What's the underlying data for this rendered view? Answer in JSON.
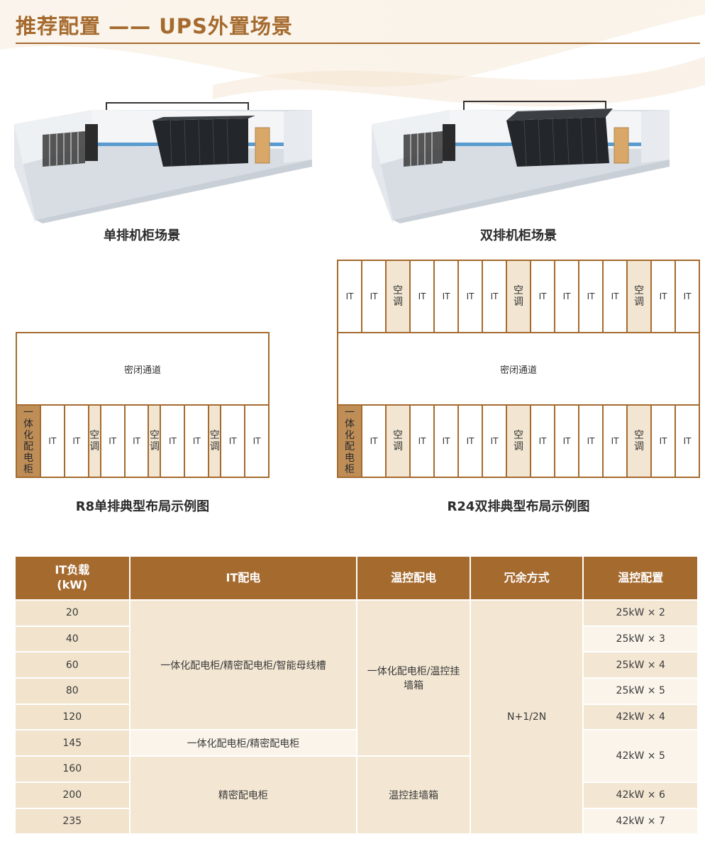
{
  "page": {
    "title": "推荐配置 —— UPS外置场景"
  },
  "scenes": [
    {
      "caption": "单排机柜场景"
    },
    {
      "caption": "双排机柜场景"
    }
  ],
  "layouts": {
    "single": {
      "caption": "R8单排典型布局示例图",
      "corridor": "密闭通道",
      "bottom_row": [
        "一体化配电柜",
        "IT",
        "IT",
        "空调",
        "IT",
        "IT",
        "空调",
        "IT",
        "IT",
        "空调",
        "IT",
        "IT"
      ]
    },
    "double": {
      "caption": "R24双排典型布局示例图",
      "corridor": "密闭通道",
      "top_row": [
        "IT",
        "IT",
        "空调",
        "IT",
        "IT",
        "IT",
        "IT",
        "空调",
        "IT",
        "IT",
        "IT",
        "IT",
        "空调",
        "IT",
        "IT"
      ],
      "bottom_row": [
        "一体化配电柜",
        "IT",
        "空调",
        "IT",
        "IT",
        "IT",
        "IT",
        "空调",
        "IT",
        "IT",
        "IT",
        "IT",
        "空调",
        "IT",
        "IT"
      ]
    }
  },
  "table": {
    "headers": {
      "load": "IT负载",
      "load_unit": "(kW)",
      "it_power": "IT配电",
      "temp_power": "温控配电",
      "redundancy": "冗余方式",
      "temp_config": "温控配置"
    },
    "loads": [
      "20",
      "40",
      "60",
      "80",
      "120",
      "145",
      "160",
      "200",
      "235"
    ],
    "it_power": [
      "一体化配电柜/精密配电柜/智能母线槽",
      "一体化配电柜/精密配电柜",
      "精密配电柜"
    ],
    "temp_power": [
      "一体化配电柜/温控挂墙箱",
      "温控挂墙箱"
    ],
    "redundancy": "N+1/2N",
    "temp_config": [
      "25kW × 2",
      "25kW × 3",
      "25kW × 4",
      "25kW × 5",
      "42kW × 4",
      "42kW × 5",
      "42kW × 6",
      "42kW × 7"
    ]
  }
}
